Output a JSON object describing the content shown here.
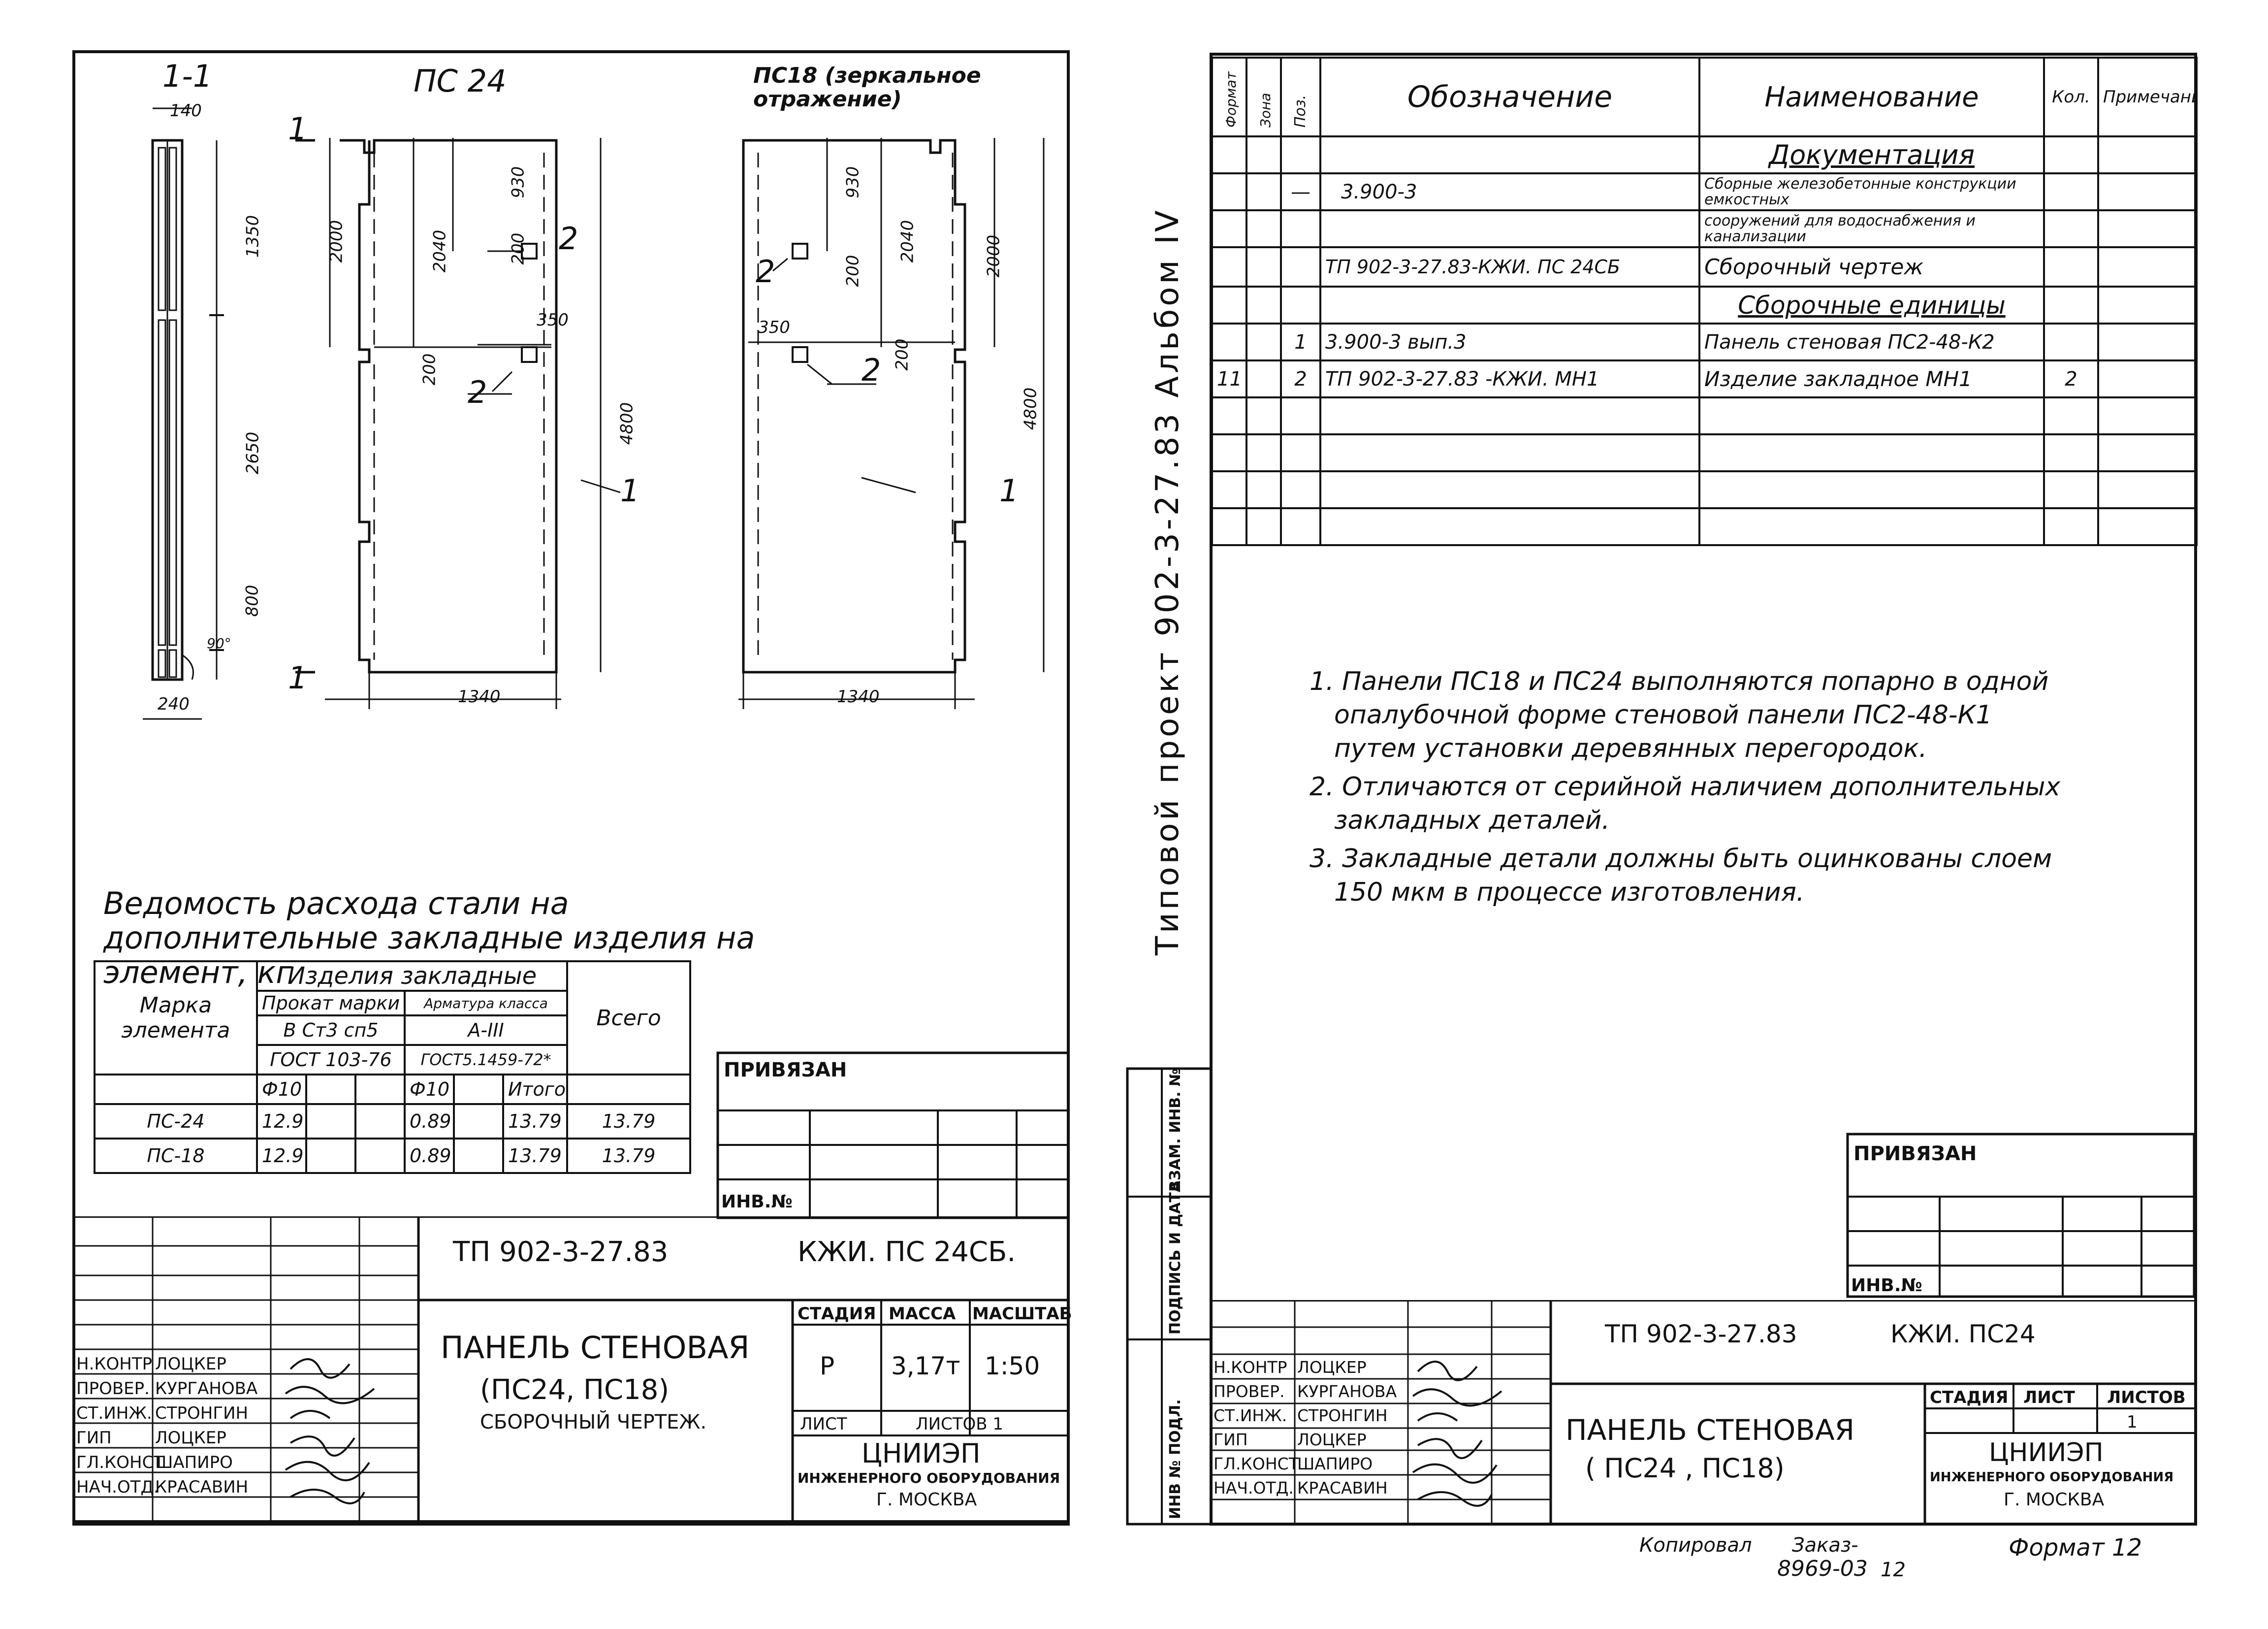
{
  "left_sheet": {
    "view_labels": {
      "section": "1-1",
      "panel_24": "ПС 24",
      "panel_18": "ПС18 (зеркальное отражение)"
    },
    "section_dims": [
      "140",
      "1350",
      "2650",
      "800",
      "240",
      "90°"
    ],
    "panel24_dims": [
      "2000",
      "2040",
      "930",
      "200",
      "350",
      "200",
      "4800",
      "1340"
    ],
    "panel18_dims": [
      "930",
      "2040",
      "200",
      "2000",
      "350",
      "200",
      "4800",
      "1340"
    ],
    "markers": [
      "1",
      "1",
      "2",
      "2",
      "1",
      "2",
      "2",
      "1"
    ],
    "steel_table": {
      "title": "Ведомость расхода стали на дополнительные закладные изделия на элемент, кг",
      "h_mark": "Марка элемента",
      "h_group": "Изделия закладные",
      "h_rolled": "Прокат марки",
      "h_rebar": "Арматура класса",
      "h_total": "Всего",
      "grade_rolled": "В Ст3 сп5",
      "grade_rebar": "А-III",
      "gost_rolled": "ГОСТ 103-76",
      "gost_rebar": "ГОСТ5.1459-72*",
      "dia1": "Ф10",
      "dia2": "Ф10",
      "subtotal": "Итого",
      "rows": [
        {
          "mark": "ПС-24",
          "v1": "12.9",
          "v2": "0.89",
          "v3": "13.79",
          "total": "13.79"
        },
        {
          "mark": "ПС-18",
          "v1": "12.9",
          "v2": "0.89",
          "v3": "13.79",
          "total": "13.79"
        }
      ]
    },
    "privyazan": "ПРИВЯЗАН",
    "inv_no": "ИНВ.№",
    "title_block": {
      "project": "ТП 902-3-27.83",
      "code": "КЖИ. ПС 24СБ.",
      "title_line1": "ПАНЕЛЬ СТЕНОВАЯ",
      "title_line2": "(ПС24, ПС18)",
      "title_line3": "СБОРОЧНЫЙ ЧЕРТЕЖ.",
      "stage_label": "СТАДИЯ",
      "mass_label": "МАССА",
      "scale_label": "МАСШТАБ",
      "stage": "Р",
      "mass": "3,17т",
      "scale": "1:50",
      "sheet_label": "ЛИСТ",
      "sheets_label": "ЛИСТОВ 1",
      "org_line1": "ЦНИИЭП",
      "org_line2": "ИНЖЕНЕРНОГО ОБОРУДОВАНИЯ",
      "org_line3": "Г. МОСКВА",
      "staff": [
        {
          "role": "Н.КОНТР",
          "name": "ЛОЦКЕР"
        },
        {
          "role": "ПРОВЕР.",
          "name": "КУРГАНОВА"
        },
        {
          "role": "СТ.ИНЖ.",
          "name": "СТРОНГИН"
        },
        {
          "role": "ГИП",
          "name": "ЛОЦКЕР"
        },
        {
          "role": "ГЛ.КОНСТ",
          "name": "ШАПИРО"
        },
        {
          "role": "НАЧ.ОТД.",
          "name": "КРАСАВИН"
        }
      ]
    }
  },
  "right_sheet": {
    "spec_headers": {
      "format": "Формат",
      "zone": "Зона",
      "pos": "Поз.",
      "designation": "Обозначение",
      "name": "Наименование",
      "qty": "Кол.",
      "note": "Примечание"
    },
    "spec_rows": [
      {
        "format": "",
        "pos": "",
        "designation": "",
        "name": "Документация",
        "qty": ""
      },
      {
        "format": "",
        "pos": "—",
        "designation": "3.900-3",
        "name": "Сборные железобетонные конструкции емкостных",
        "qty": ""
      },
      {
        "format": "",
        "pos": "",
        "designation": "",
        "name": "сооружений для водоснабжения и канализации",
        "qty": ""
      },
      {
        "format": "",
        "pos": "",
        "designation": "ТП 902-3-27.83-КЖИ. ПС 24СБ",
        "name": "Сборочный чертеж",
        "qty": ""
      },
      {
        "format": "",
        "pos": "",
        "designation": "",
        "name": "Сборочные единицы",
        "qty": ""
      },
      {
        "format": "",
        "pos": "1",
        "designation": "3.900-3 вып.3",
        "name": "Панель стеновая ПС2-48-К2",
        "qty": ""
      },
      {
        "format": "11",
        "pos": "2",
        "designation": "ТП 902-3-27.83 -КЖИ. МН1",
        "name": "Изделие закладное МН1",
        "qty": "2"
      },
      {
        "format": "",
        "pos": "",
        "designation": "",
        "name": "",
        "qty": ""
      },
      {
        "format": "",
        "pos": "",
        "designation": "",
        "name": "",
        "qty": ""
      },
      {
        "format": "",
        "pos": "",
        "designation": "",
        "name": "",
        "qty": ""
      },
      {
        "format": "",
        "pos": "",
        "designation": "",
        "name": "",
        "qty": ""
      }
    ],
    "notes": [
      "1. Панели ПС18 и ПС24 выполняются попарно в одной опалубочной форме стеновой панели ПС2-48-К1 путем установки деревянных перегородок.",
      "2. Отличаются от серийной наличием дополнительных закладных деталей.",
      "3. Закладные детали должны быть оцинкованы слоем 150 мкм в процессе изготовления."
    ],
    "vertical_title": "Типовой проект 902-3-27.83    Альбом IV",
    "side_stamps": [
      "ВЗАМ. ИНВ. №",
      "ПОДПИСЬ И ДАТА",
      "ИНВ № ПОДЛ."
    ],
    "privyazan": "ПРИВЯЗАН",
    "inv_no": "ИНВ.№",
    "title_block": {
      "project": "ТП 902-3-27.83",
      "code": "КЖИ. ПС24",
      "title_line1": "ПАНЕЛЬ СТЕНОВАЯ",
      "title_line2": "( ПС24 , ПС18)",
      "stage_label": "СТАДИЯ",
      "sheet_label": "ЛИСТ",
      "sheets_label": "ЛИСТОВ",
      "sheets": "1",
      "org_line1": "ЦНИИЭП",
      "org_line2": "ИНЖЕНЕРНОГО ОБОРУДОВАНИЯ",
      "org_line3": "Г. МОСКВА",
      "staff": [
        {
          "role": "Н.КОНТР",
          "name": "ЛОЦКЕР"
        },
        {
          "role": "ПРОВЕР.",
          "name": "КУРГАНОВА"
        },
        {
          "role": "СТ.ИНЖ.",
          "name": "СТРОНГИН"
        },
        {
          "role": "ГИП",
          "name": "ЛОЦКЕР"
        },
        {
          "role": "ГЛ.КОНСТ",
          "name": "ШАПИРО"
        },
        {
          "role": "НАЧ.ОТД.",
          "name": "КРАСАВИН"
        }
      ]
    },
    "footer_copy": "Копировал",
    "footer_order": "Заказ-",
    "footer_order_no": "8969-03",
    "footer_page": "12",
    "footer_format": "Формат 12"
  }
}
